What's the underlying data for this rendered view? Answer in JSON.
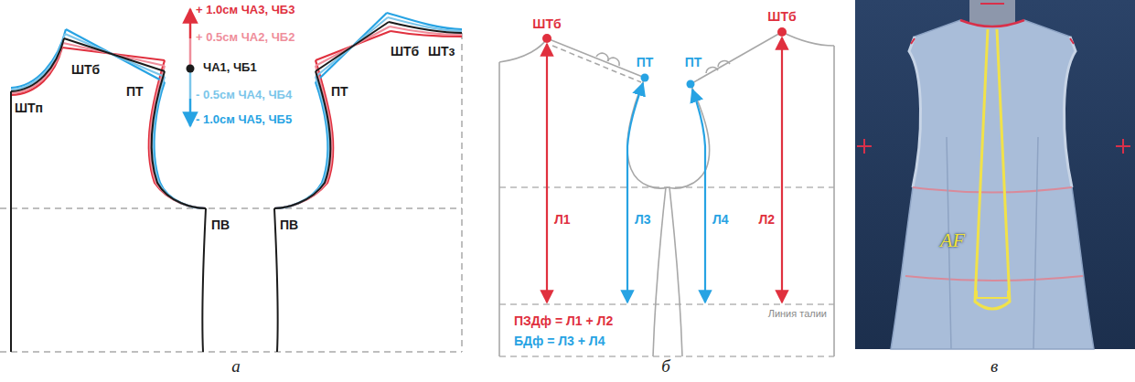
{
  "diagram": {
    "labels": [
      "+ 1.0см ЧА3, ЧБ3",
      "+ 0.5см ЧА2, ЧБ2",
      "ЧА1, ЧБ1",
      "- 0.5см ЧА4, ЧБ4",
      "- 1.0см ЧА5, ЧБ5",
      "ШТб",
      "ПТ",
      "ШТп",
      "ПТ",
      "ШТб",
      "ШТз",
      "ПВ",
      "ПВ",
      "ШТб",
      "ПТ",
      "ПТ",
      "ШТб",
      "Л1",
      "Л3",
      "Л4",
      "Л2",
      "ПЗДф = Л1 + Л2",
      "БДф = Л3 + Л4",
      "Линия талии",
      "AF",
      "а",
      "б",
      "в"
    ]
  }
}
